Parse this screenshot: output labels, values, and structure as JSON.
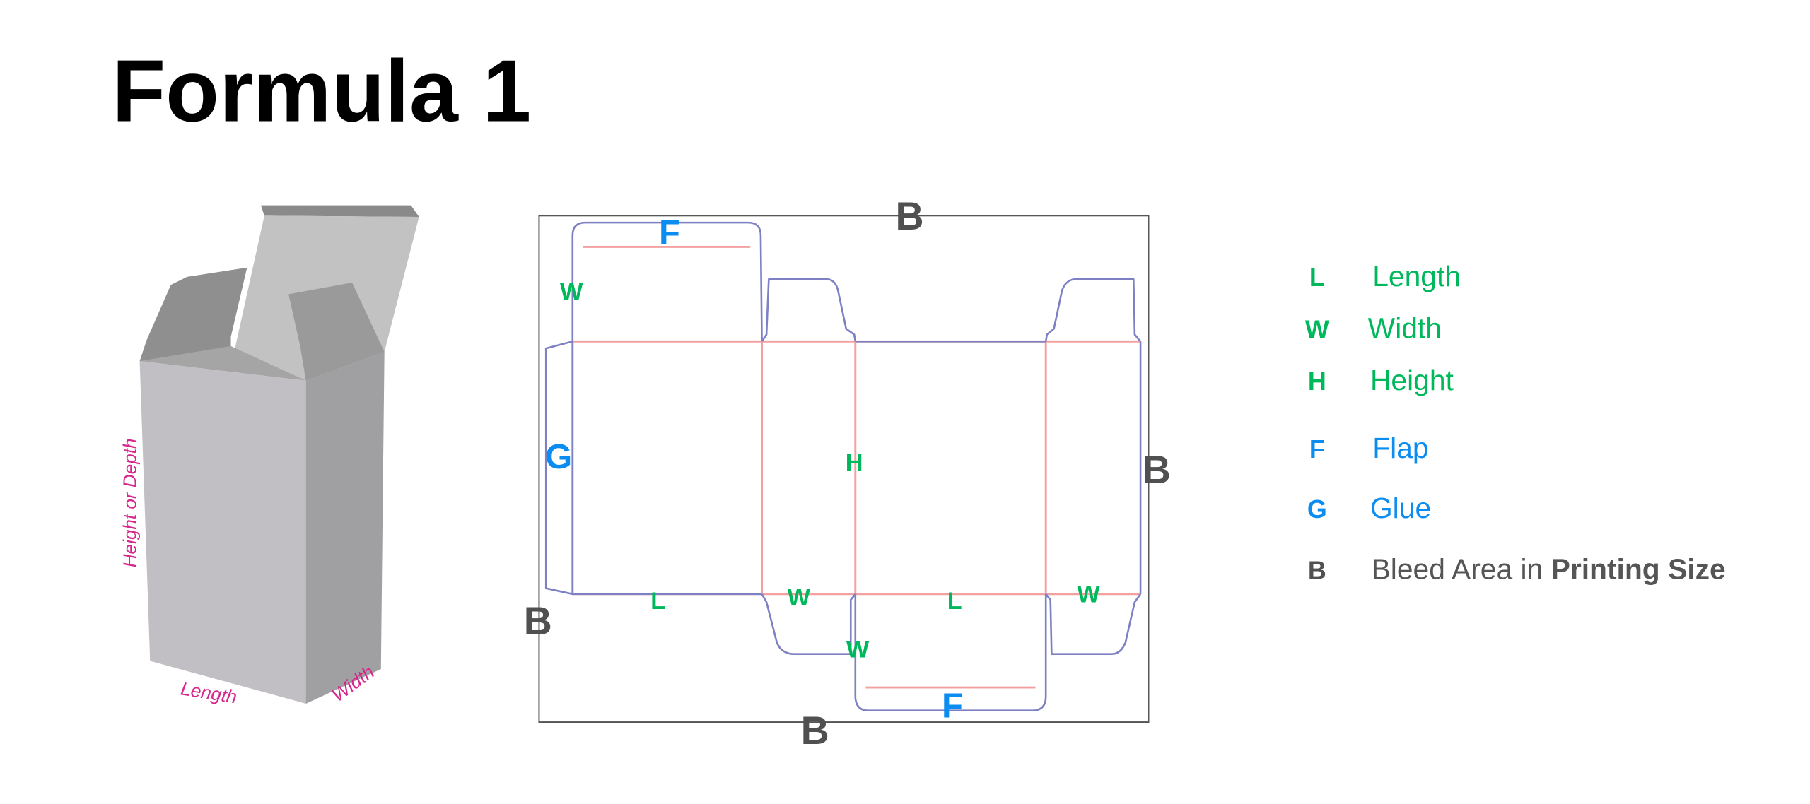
{
  "title": "Formula 1",
  "box_labels": {
    "height": "Height or Depth",
    "length": "Length",
    "width": "Width"
  },
  "dieline_labels": {
    "bleed": "B",
    "flap": "F",
    "glue": "G",
    "width": "W",
    "length": "L",
    "height": "H"
  },
  "legend": [
    {
      "key": "L",
      "label": "Length"
    },
    {
      "key": "W",
      "label": "Width"
    },
    {
      "key": "H",
      "label": "Height"
    },
    {
      "key": "F",
      "label": "Flap"
    },
    {
      "key": "G",
      "label": "Glue"
    },
    {
      "key": "B",
      "label": "Bleed Area in ",
      "label_bold": "Printing Size"
    }
  ],
  "colors": {
    "dimension": "#00b85c",
    "flap_glue": "#0a8cf0",
    "bleed": "#505050",
    "cut_line": "#7d80c2",
    "fold_line": "#f5a0a0",
    "box_label": "#d6258c"
  }
}
